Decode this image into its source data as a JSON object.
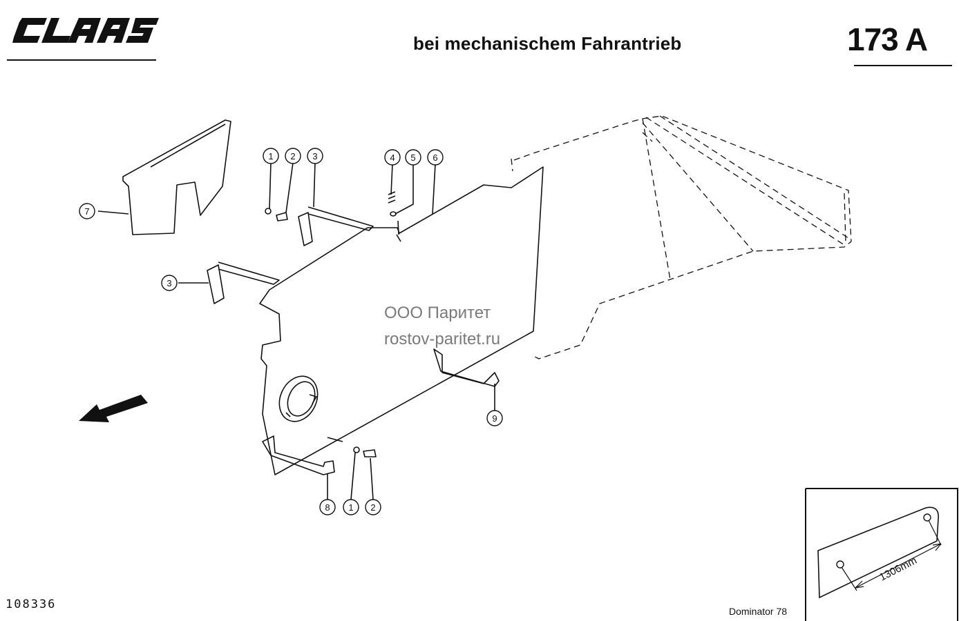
{
  "header": {
    "brand": "CLAAS",
    "title": "bei mechanischem Fahrantrieb",
    "page_number": "173 A"
  },
  "watermark": {
    "line1": "ООО Паритет",
    "line2": "rostov-paritet.ru"
  },
  "callouts": [
    "1",
    "2",
    "3",
    "4",
    "5",
    "6",
    "7",
    "3",
    "9",
    "8",
    "1",
    "2"
  ],
  "inset": {
    "dimension": "1306mm"
  },
  "footer": {
    "drawing_number": "108336",
    "model": "Dominator 78"
  }
}
